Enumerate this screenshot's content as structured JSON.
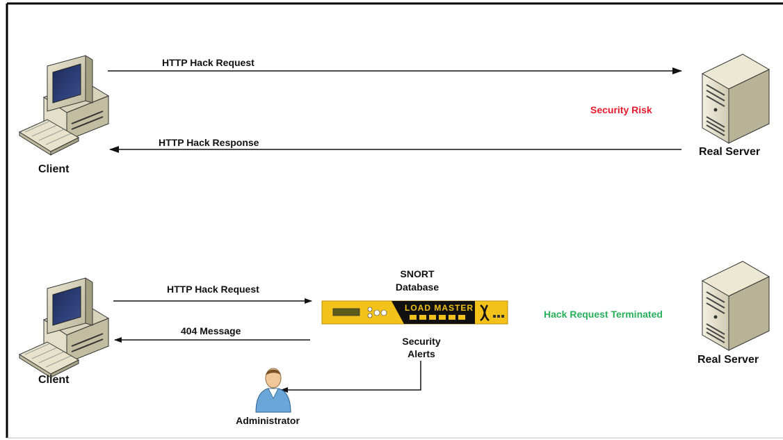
{
  "top_scenario": {
    "client_label": "Client",
    "server_label": "Real Server",
    "request_label": "HTTP Hack Request",
    "response_label": "HTTP Hack Response",
    "risk_label": "Security Risk"
  },
  "bottom_scenario": {
    "client_label": "Client",
    "server_label": "Real Server",
    "request_label": "HTTP Hack Request",
    "response_label": "404 Message",
    "snort_label": "SNORT",
    "database_label": "Database",
    "device_brand": "LOAD MASTER",
    "alerts_line1": "Security",
    "alerts_line2": "Alerts",
    "admin_label": "Administrator",
    "terminated_label": "Hack Request Terminated"
  },
  "colors": {
    "risk": "#e8192c",
    "terminated": "#27b05a",
    "device_body": "#f2c21a",
    "device_panel": "#111111"
  }
}
